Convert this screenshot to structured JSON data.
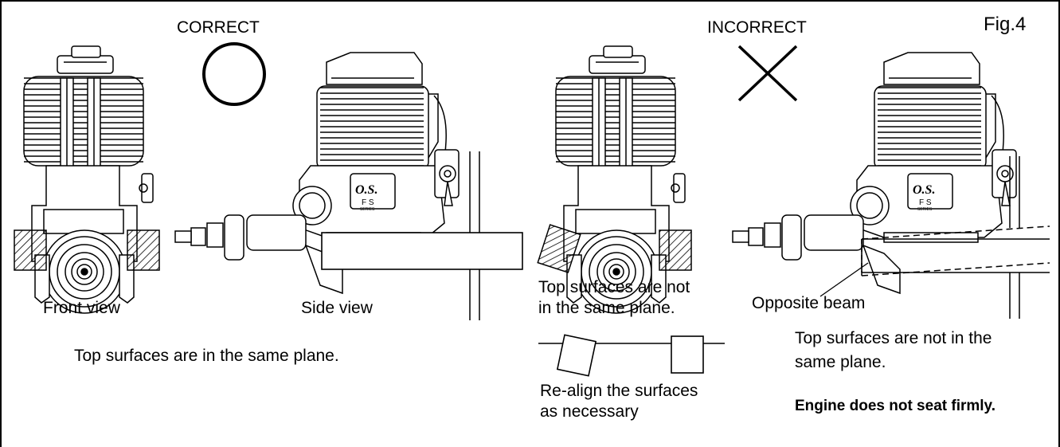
{
  "figure_label": "Fig.4",
  "correct": {
    "label": "CORRECT",
    "front_view": "Front view",
    "side_view": "Side view",
    "caption": "Top surfaces are in the same plane."
  },
  "incorrect": {
    "label": "INCORRECT",
    "front_caption_line1": "Top surfaces are not",
    "front_caption_line2": "in the same plane.",
    "realign_line1": "Re-align the surfaces",
    "realign_line2": "as necessary",
    "opposite_beam": "Opposite beam",
    "side_caption_line1": "Top surfaces are not in the",
    "side_caption_line2": "same plane.",
    "warning": "Engine does not seat firmly."
  },
  "engine_marking": {
    "brand": "O.S.",
    "series_code": "F S",
    "series_word": "SERIES"
  }
}
